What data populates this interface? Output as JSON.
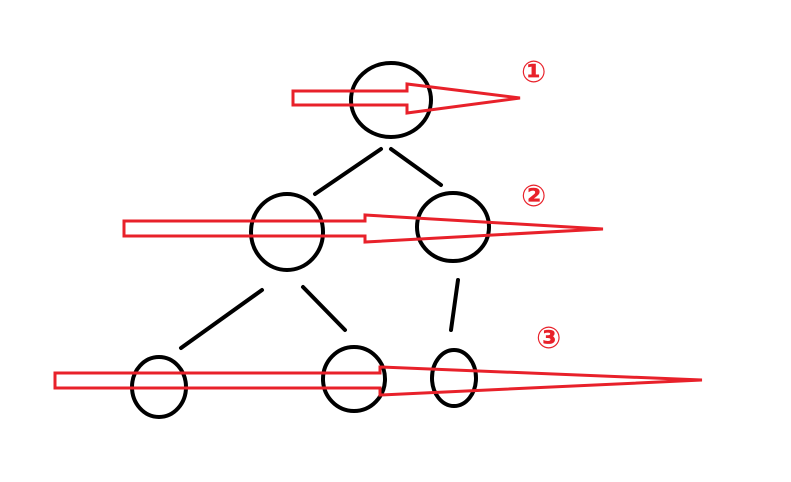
{
  "diagram": {
    "levels": [
      {
        "label": "①",
        "nodes": 1
      },
      {
        "label": "②",
        "nodes": 2
      },
      {
        "label": "③",
        "nodes": 3
      }
    ]
  },
  "colors": {
    "stroke": "#000000",
    "arrow": "#e8212a",
    "background": "#ffffff"
  }
}
